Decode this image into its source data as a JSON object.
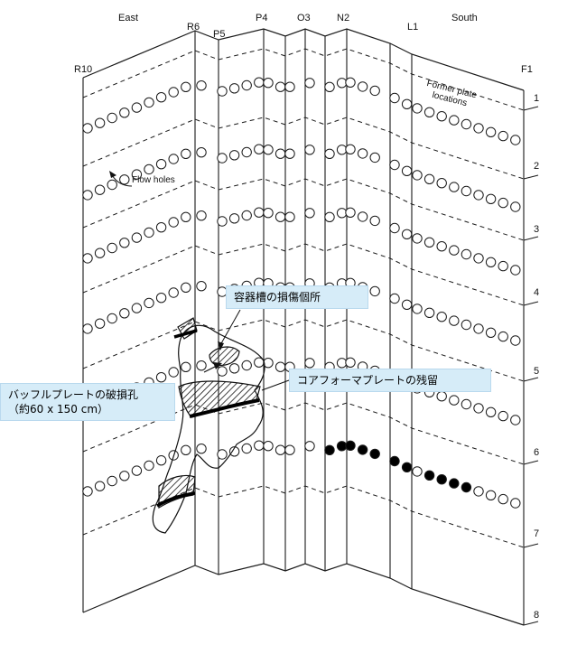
{
  "directions": {
    "east": "East",
    "south": "South"
  },
  "panels": [
    "R10",
    "R6",
    "P5",
    "P4",
    "O3",
    "N2",
    "L1",
    "F1"
  ],
  "levels": [
    "1",
    "2",
    "3",
    "4",
    "5",
    "6",
    "7",
    "8"
  ],
  "annotations": {
    "flow_holes": "Flow holes",
    "former_plate_line1": "Former plate",
    "former_plate_line2": "locations"
  },
  "callouts": {
    "vessel_damage": "容器槽の損傷個所",
    "core_remnant": "コアフォーマプレートの残留",
    "baffle_hole_line1": "バッフルプレートの破損孔",
    "baffle_hole_line2": "（約60 x 150 cm）"
  },
  "colors": {
    "line": "#1a1a1a",
    "callout_bg": "#d6ecf8",
    "filled_hole": "#000000"
  }
}
